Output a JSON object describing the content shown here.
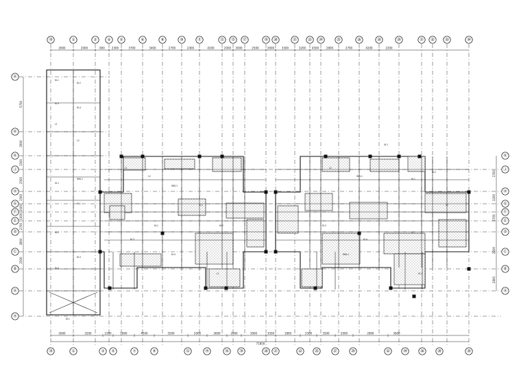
{
  "plan": {
    "top_axes": [
      "⑱",
      "①",
      "②",
      "④",
      "⑤",
      "⑥",
      "⑧",
      "⑩",
      "⑪",
      "⑫",
      "⑮",
      "⑰",
      "⑱",
      "⑳",
      "㉑",
      "㉒",
      "㉔",
      "㉕",
      "㉖",
      "㉘",
      "㉙",
      "㉛",
      "㉜",
      "㉝",
      "㉞",
      "㊴"
    ],
    "bottom_axes": [
      "⑱",
      "①",
      "③",
      "⑤",
      "⑦",
      "⑨",
      "⑫",
      "⑭",
      "⑯",
      "⑱",
      "⑳",
      "㉑",
      "㉒",
      "㉕",
      "㉗",
      "㉙",
      "㉜",
      "㉞",
      "㊱",
      "㊳",
      "㊴"
    ],
    "left_axes": [
      "Ⓚ",
      "Ⓚ",
      "Ⓚ",
      "Ⓙ",
      "Ⓗ",
      "Ⓖ",
      "Ⓕ",
      "Ⓔ",
      "Ⓓ",
      "Ⓒ",
      "Ⓑ",
      "Ⓐ",
      "Ⓐ"
    ],
    "right_axes": [
      "Ⓚ",
      "Ⓙ",
      "Ⓗ",
      "Ⓖ",
      "Ⓕ",
      "Ⓔ",
      "Ⓓ",
      "Ⓒ",
      "Ⓑ",
      "Ⓐ"
    ],
    "top_dims": [
      "2600",
      "2000",
      "800",
      "2300",
      "3700",
      "3400",
      "2700",
      "2400",
      "4200",
      "2000",
      "3000",
      "2500",
      "2600",
      "3300",
      "3200",
      "4500",
      "2800",
      "2700",
      "4200",
      "2200"
    ],
    "bottom_dims": [
      "2600",
      "3200",
      "2300",
      "1800",
      "4500",
      "3500",
      "2000",
      "3600",
      "2000",
      "3900",
      "3500",
      "1800",
      "3300",
      "3500",
      "2000",
      "2800",
      "3600"
    ],
    "overall_dim": "71850",
    "left_dims": [
      "5700",
      "3900",
      "1500",
      "2500",
      "1500",
      "2000",
      "1600",
      "2700",
      "3800",
      "2500"
    ],
    "right_dims": [
      "2350",
      "3200",
      "5700",
      "2500",
      "2800"
    ],
    "annotations": [
      "KL1",
      "KL2",
      "KL3",
      "KL4",
      "L1",
      "L2",
      "WKL1",
      "XL1"
    ]
  }
}
